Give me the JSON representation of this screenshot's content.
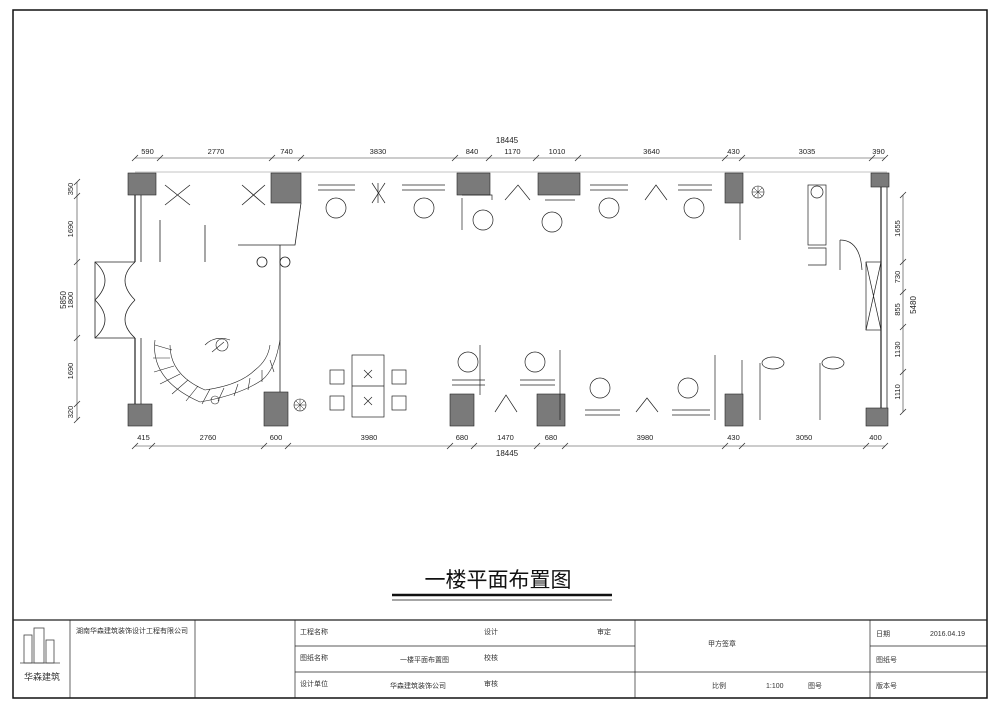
{
  "plan": {
    "title": "一楼平面布置图",
    "top_dims": [
      "590",
      "2770",
      "740",
      "3830",
      "840",
      "1170",
      "1010",
      "3640",
      "430",
      "3035",
      "390"
    ],
    "top_total": "18445",
    "bottom_dims": [
      "415",
      "2760",
      "600",
      "3980",
      "680",
      "1470",
      "680",
      "3980",
      "430",
      "3050",
      "400"
    ],
    "bottom_total": "18445",
    "left_dims": [
      "350",
      "1690",
      "1800",
      "1690",
      "320"
    ],
    "left_total": "5850",
    "right_dims": [
      "1655",
      "730",
      "855",
      "1130",
      "1110"
    ],
    "right_total": "5480"
  },
  "title_block": {
    "logo_text": "华森建筑",
    "company_line": "湖南华森建筑装饰设计工程有限公司",
    "project_name_label": "工程名称",
    "drawing_name_label": "图纸名称",
    "drawing_name_value": "一楼平面布置图",
    "design_unit_label": "设计单位",
    "design_unit_value": "华森建筑装饰公司",
    "designer_label": "设计",
    "checker_label": "校核",
    "reviewer_label": "审核",
    "approver_label": "审定",
    "owner_label": "甲方签章",
    "scale_label": "比例",
    "scale_value": "1:100",
    "sheet_label": "图号",
    "date_label": "日期",
    "date_value": "2016.04.19",
    "drawing_no_label": "图纸号",
    "version_label": "版本号"
  }
}
